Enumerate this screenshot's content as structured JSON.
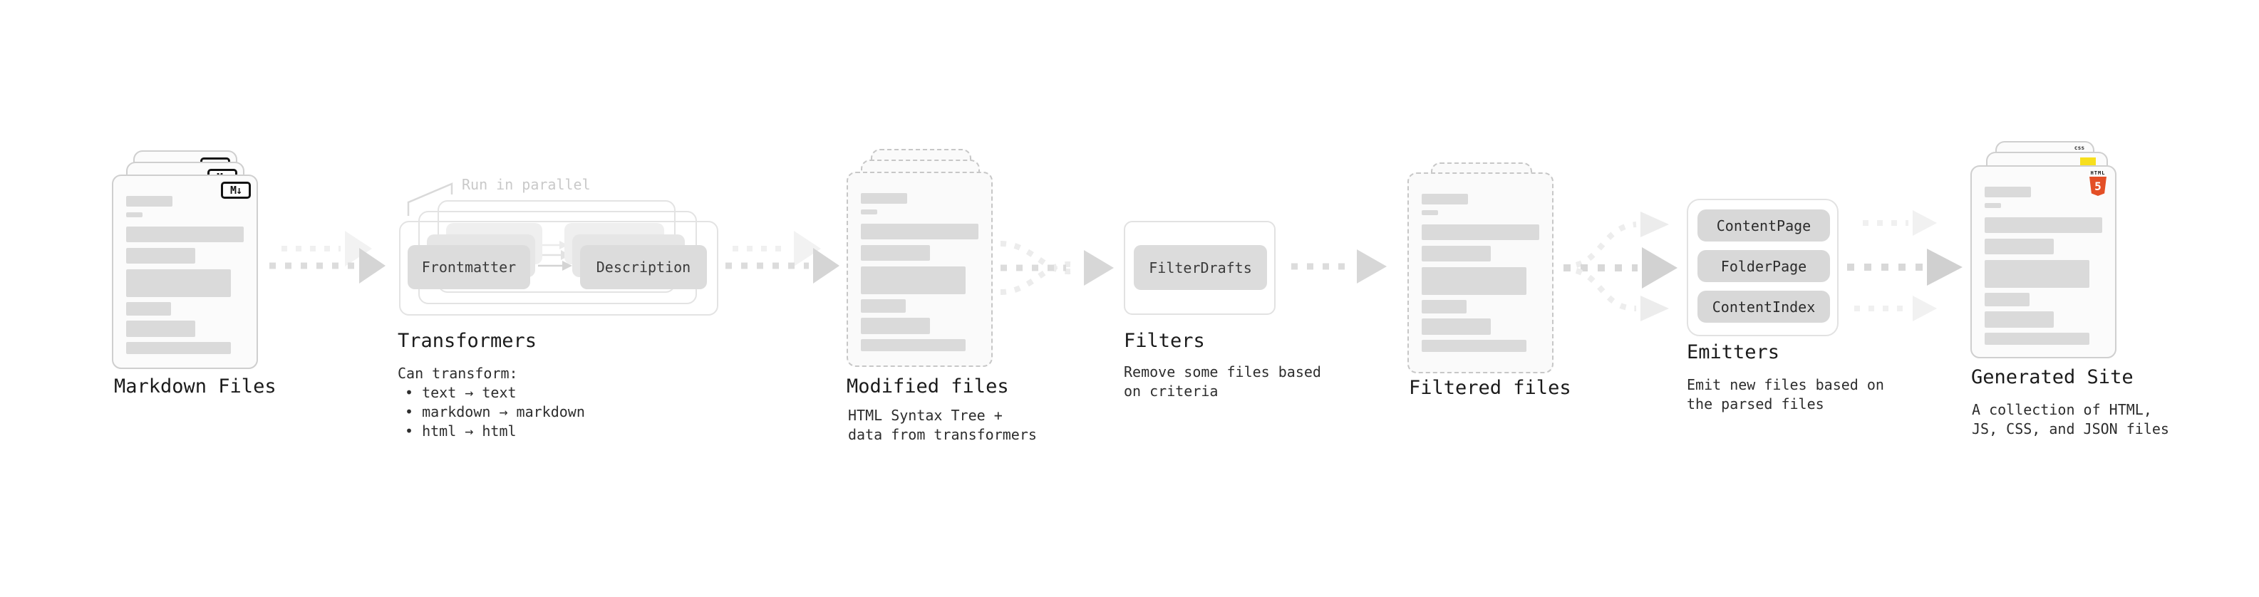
{
  "colors": {
    "html5_orange": "#e34f26",
    "js_yellow": "#f7df1e",
    "css_blue": "#2965f1",
    "box_fill": "#dcdcdc",
    "arrow_gray": "#d9d9d9",
    "text_primary": "#1e1e1e",
    "note_gray": "#c9c9c9"
  },
  "stages": {
    "markdown_files": {
      "label": "Markdown Files",
      "badge": "M↓"
    },
    "transformers": {
      "heading": "Transformers",
      "note": "Run in parallel",
      "box_left": "Frontmatter",
      "box_right": "Description",
      "desc_lines": [
        "Can transform:",
        "• text → text",
        "• markdown → markdown",
        "• html → html"
      ]
    },
    "modified_files": {
      "label": "Modified files",
      "desc_lines": [
        "HTML Syntax Tree +",
        "data from transformers"
      ]
    },
    "filters": {
      "heading": "Filters",
      "box": "FilterDrafts",
      "desc_lines": [
        "Remove some files based",
        "on criteria"
      ]
    },
    "filtered_files": {
      "label": "Filtered files"
    },
    "emitters": {
      "heading": "Emitters",
      "boxes": [
        "ContentPage",
        "FolderPage",
        "ContentIndex"
      ],
      "desc_lines": [
        "Emit new files based on",
        "the parsed files"
      ]
    },
    "generated_site": {
      "label": "Generated Site",
      "html5_badge_word": "HTML",
      "html5_badge_number": "5",
      "css_badge": "css",
      "desc_lines": [
        "A collection of HTML,",
        "JS, CSS, and JSON files"
      ]
    }
  },
  "doc_bars": [
    {
      "w": 65,
      "h": 15,
      "mb": 8
    },
    {
      "w": 23,
      "h": 7,
      "mb": 13
    },
    {
      "w": 165,
      "h": 22,
      "mb": 8
    },
    {
      "w": 97,
      "h": 22,
      "mb": 8
    },
    {
      "w": 147,
      "h": 39,
      "mb": 7
    },
    {
      "w": 63,
      "h": 19,
      "mb": 7
    },
    {
      "w": 97,
      "h": 23,
      "mb": 7
    },
    {
      "w": 147,
      "h": 17,
      "mb": 0
    }
  ]
}
